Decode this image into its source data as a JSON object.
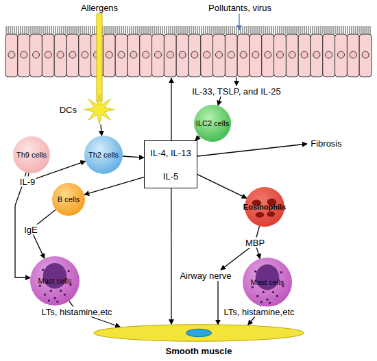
{
  "diagram": {
    "nodes": [
      {
        "text": [
          "DCs"
        ]
      },
      {
        "text": [
          "Th9 cells"
        ]
      },
      {
        "text": [
          "Th2 cells"
        ]
      },
      {
        "text": [
          "ILC2 cells"
        ]
      },
      {
        "text": [
          "IL-4, IL-13",
          "IL-5"
        ]
      },
      {
        "text": [
          "B cells"
        ]
      },
      {
        "text": [
          "Eosinophils"
        ]
      },
      {
        "text": [
          "Mast cells"
        ]
      },
      {
        "text": [
          "Mast cells"
        ]
      },
      {
        "text": [
          "Smooth muscle"
        ]
      }
    ],
    "edges": [
      {
        "from": 0,
        "to": 2,
        "arrow": "to"
      },
      {
        "from": 1,
        "to": 2,
        "label": "IL-9",
        "arrow": "to"
      },
      {
        "from": 1,
        "to": 7,
        "arrow": "to"
      },
      {
        "from": 2,
        "to": 4,
        "arrow": "to"
      },
      {
        "from": 3,
        "to": 4,
        "arrow": "to"
      },
      {
        "from": 4,
        "to": 5,
        "arrow": "to"
      },
      {
        "from": 4,
        "to": 6,
        "arrow": "to"
      },
      {
        "from": 4,
        "to": 9,
        "arrow": "to"
      },
      {
        "from": 5,
        "to": 7,
        "label": "IgE",
        "arrow": "to"
      },
      {
        "from": 6,
        "to": 8,
        "label": "MBP",
        "arrow": "to"
      },
      {
        "from": 7,
        "to": 9,
        "label": "LTs, histamine,etc",
        "arrow": "to"
      },
      {
        "from": 8,
        "to": 9,
        "label": "LTs, histamine,etc",
        "arrow": "to"
      }
    ],
    "labels": [
      "Allergens",
      "Pollutants, virus",
      "IL-33, TSLP, and IL-25",
      "Fibrosis",
      "Airway nerve"
    ]
  }
}
